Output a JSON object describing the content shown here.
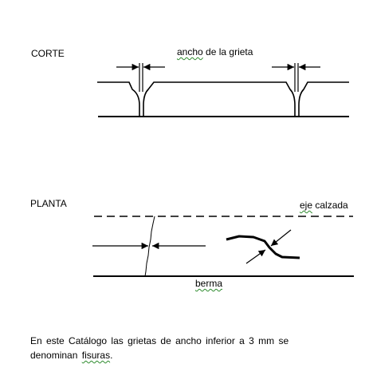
{
  "corte": {
    "title": "CORTE",
    "crack_width_label_1": "ancho",
    "crack_width_label_2": "de la grieta"
  },
  "planta": {
    "title": "PLANTA",
    "axis_label_1": "eje",
    "axis_label_2": "calzada",
    "shoulder_label": "berma"
  },
  "caption": {
    "line1": "En este Catálogo las grietas de ancho inferior a 3 mm se",
    "line2_prefix": "denominan",
    "line2_term": "fisuras",
    "line2_suffix": "."
  }
}
